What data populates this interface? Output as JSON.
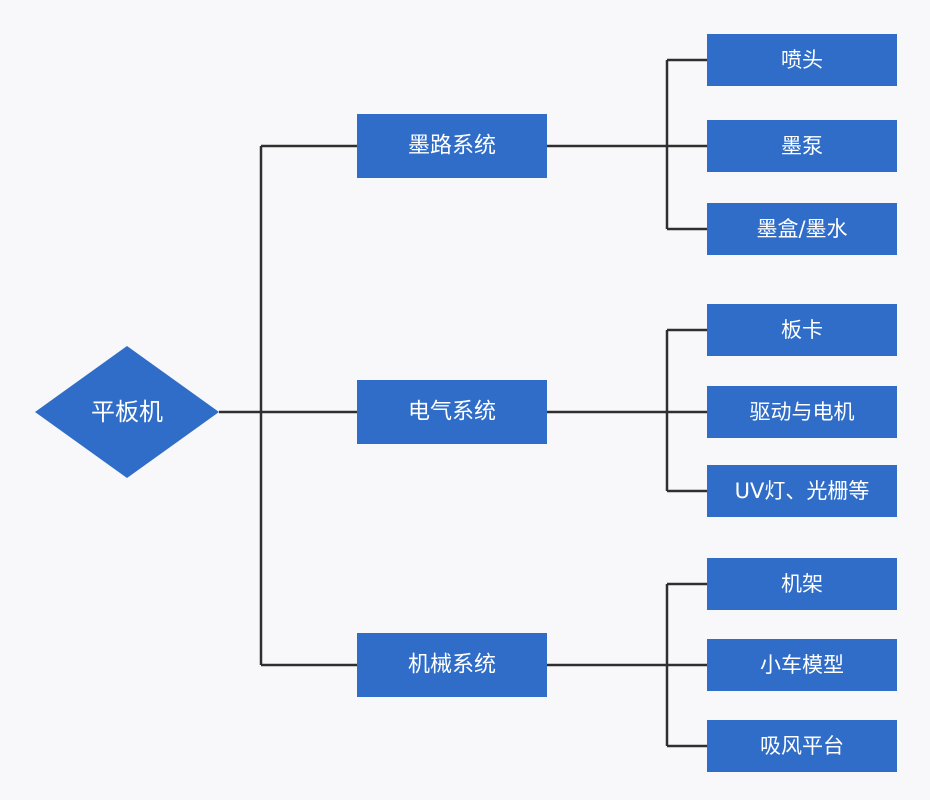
{
  "diagram": {
    "type": "tree",
    "colors": {
      "node_fill": "#2f6dc8",
      "node_text": "#ffffff",
      "connector": "#2f2f2f",
      "background": "#f8f8fa"
    },
    "root": {
      "label": "平板机",
      "shape": "diamond",
      "children": [
        {
          "label": "墨路系统",
          "children": [
            {
              "label": "喷头"
            },
            {
              "label": "墨泵"
            },
            {
              "label": "墨盒/墨水"
            }
          ]
        },
        {
          "label": "电气系统",
          "children": [
            {
              "label": "板卡"
            },
            {
              "label": "驱动与电机"
            },
            {
              "label": "UV灯、光栅等"
            }
          ]
        },
        {
          "label": "机械系统",
          "children": [
            {
              "label": "机架"
            },
            {
              "label": "小车模型"
            },
            {
              "label": "吸风平台"
            }
          ]
        }
      ]
    }
  }
}
